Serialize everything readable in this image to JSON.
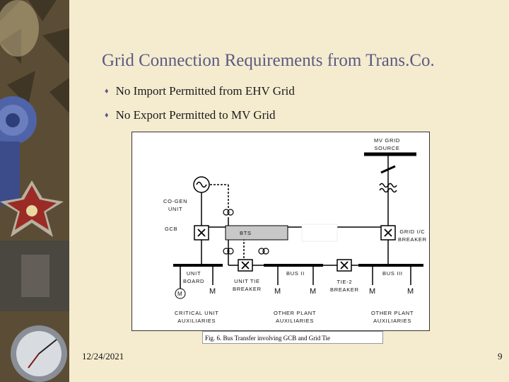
{
  "slide": {
    "title": "Grid Connection Requirements from Trans.Co.",
    "bullets": [
      "No Import Permitted from EHV Grid",
      "No Export Permitted to MV Grid"
    ],
    "date": "12/24/2021",
    "page_number": "9"
  },
  "diagram": {
    "mv_grid_source": [
      "MV GRID",
      "SOURCE"
    ],
    "cogen_unit": [
      "CO-GEN",
      "UNIT"
    ],
    "gcb": "GCB",
    "bts": "BTS",
    "grid_ic_breaker": [
      "GRID I/C",
      "BREAKER"
    ],
    "unit_board": [
      "UNIT",
      "BOARD"
    ],
    "unit_tie_breaker": [
      "UNIT TIE",
      "BREAKER"
    ],
    "bus_ii": "BUS II",
    "tie2_breaker": [
      "TIE-2",
      "BREAKER"
    ],
    "bus_iii": "BUS III",
    "motor_label": "M",
    "critical_aux": [
      "CRITICAL UNIT",
      "AUXILIARIES"
    ],
    "other_aux_1": [
      "OTHER PLANT",
      "AUXILIARIES"
    ],
    "other_aux_2": [
      "OTHER PLANT",
      "AUXILIARIES"
    ],
    "caption": "Fig. 6.  Bus Transfer involving GCB and Grid Tie"
  }
}
